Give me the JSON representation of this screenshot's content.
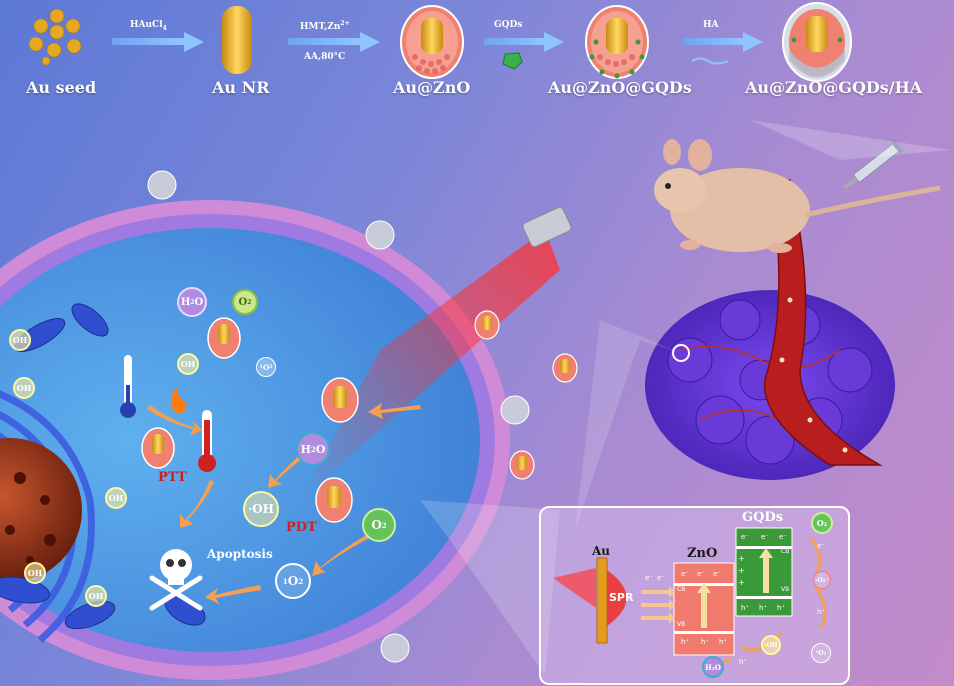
{
  "synthesis": {
    "steps": [
      "Au seed",
      "Au NR",
      "Au@ZnO",
      "Au@ZnO@GQDs",
      "Au@ZnO@GQDs/HA"
    ],
    "arrow1": "HAuCl",
    "arrow1_sub": "4",
    "arrow2_line1": "HMT,Zn",
    "arrow2_sup": "2+",
    "arrow2_line2": "AA,80°C",
    "arrow3": "GQDs",
    "arrow4": "HA"
  },
  "cell": {
    "h2o_top_base": "H",
    "h2o_top_sub": "2",
    "h2o_top_end": "O",
    "o2_top_base": "O",
    "o2_top_sub": "2",
    "oh_label": "OH",
    "o2_singlet": "O",
    "o2_singlet_sub": "2",
    "o2_singlet_sup": "1",
    "ptt": "PTT",
    "pdt": "PDT",
    "apoptosis": "Apoptosis",
    "oh_big": "·OH",
    "o2_mid_base": "O",
    "o2_mid_sub": "2",
    "h2o_mid_base": "H",
    "h2o_mid_sub": "2",
    "h2o_mid_end": "O"
  },
  "inset": {
    "au": "Au",
    "zno": "ZnO",
    "gqds": "GQDs",
    "spr": "SPR",
    "cb": "CB",
    "vb": "VB",
    "e": "e⁻",
    "h": "h⁺",
    "plus": "+",
    "o2": "O₂",
    "o2_rad": "·O₂⁻",
    "o2_singlet": "¹O₂",
    "oh": "·OH",
    "h2o": "H₂O"
  },
  "colors": {
    "au_gold": "#e0a82a",
    "zno_red": "#f07a6e",
    "gqd_green": "#3a9a3a",
    "bubble_purple": "#b08ce0",
    "bubble_green": "#66c25a",
    "bubble_teal": "#3aaed0",
    "text_red": "#d0201c",
    "membrane_pink": "#d590d8",
    "tumor_purple": "#6a3ad8"
  }
}
